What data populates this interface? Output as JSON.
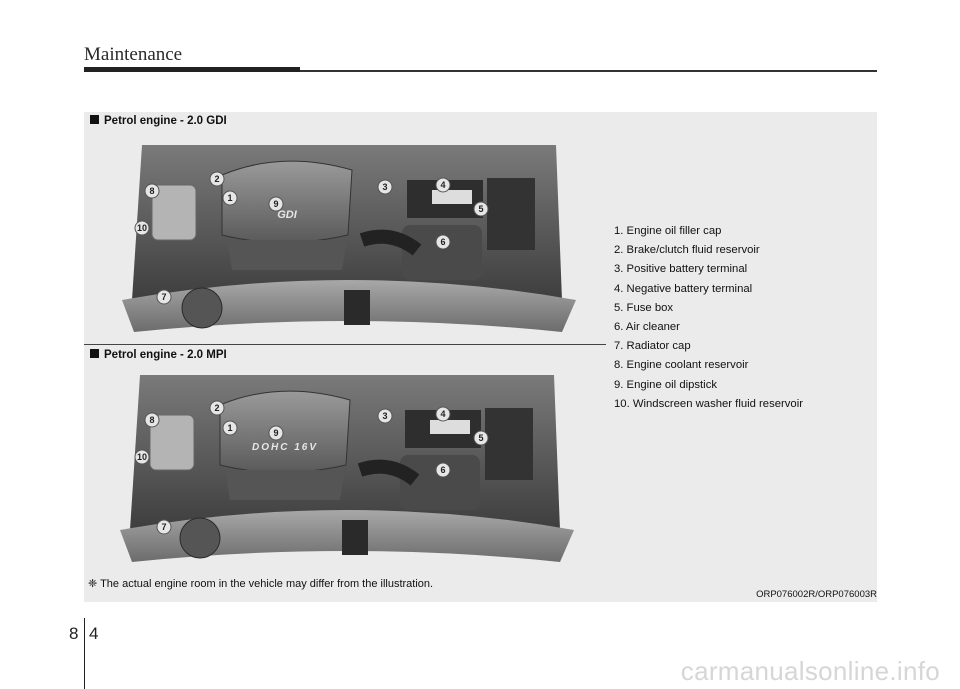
{
  "header": {
    "title": "Maintenance"
  },
  "sections": [
    {
      "label": "Petrol engine - 2.0 GDI",
      "emblem": "GDI"
    },
    {
      "label": "Petrol engine - 2.0 MPI",
      "emblem": "DOHC 16V"
    }
  ],
  "callouts": [
    "1",
    "2",
    "3",
    "4",
    "5",
    "6",
    "7",
    "8",
    "9",
    "10"
  ],
  "legend": [
    "1. Engine oil filler cap",
    "2. Brake/clutch fluid reservoir",
    "3. Positive battery terminal",
    "4. Negative battery terminal",
    "5. Fuse box",
    "6. Air cleaner",
    "7. Radiator cap",
    "8. Engine coolant reservoir",
    "9. Engine oil dipstick",
    "10. Windscreen washer fluid reservoir"
  ],
  "note": "❈ The actual engine room in the vehicle may differ from the illustration.",
  "image_code": "ORP076002R/ORP076003R",
  "page": {
    "chapter": "8",
    "number": "4"
  },
  "watermark": "carmanualsonline.info"
}
